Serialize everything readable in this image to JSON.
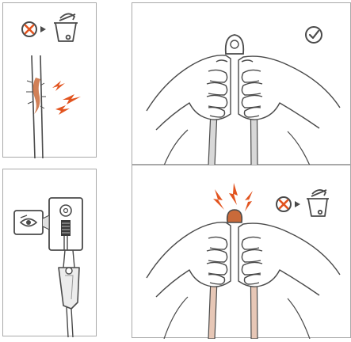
{
  "colors": {
    "line": "#4a4a4a",
    "accent": "#e2541f",
    "damage": "#c96a3a",
    "frame": "#a9a9a9",
    "cord_ok": "#d8d8d8",
    "cord_bad": "#e7c7b6"
  },
  "icons": {
    "panel1_status": "x-circle-icon",
    "panel1_arrow": "arrow-right-icon",
    "panel1_discard": "trash-bin-icon",
    "panel2_inspect": "eye-icon",
    "panel3_status": "check-circle-icon",
    "panel4_status": "x-circle-icon",
    "panel4_arrow": "arrow-right-icon",
    "panel4_discard": "trash-bin-icon"
  },
  "panels": [
    {
      "meaning": "damaged-cord-discard"
    },
    {
      "meaning": "inspect-connector"
    },
    {
      "meaning": "flex-test-ok"
    },
    {
      "meaning": "flex-test-failure-discard"
    }
  ]
}
